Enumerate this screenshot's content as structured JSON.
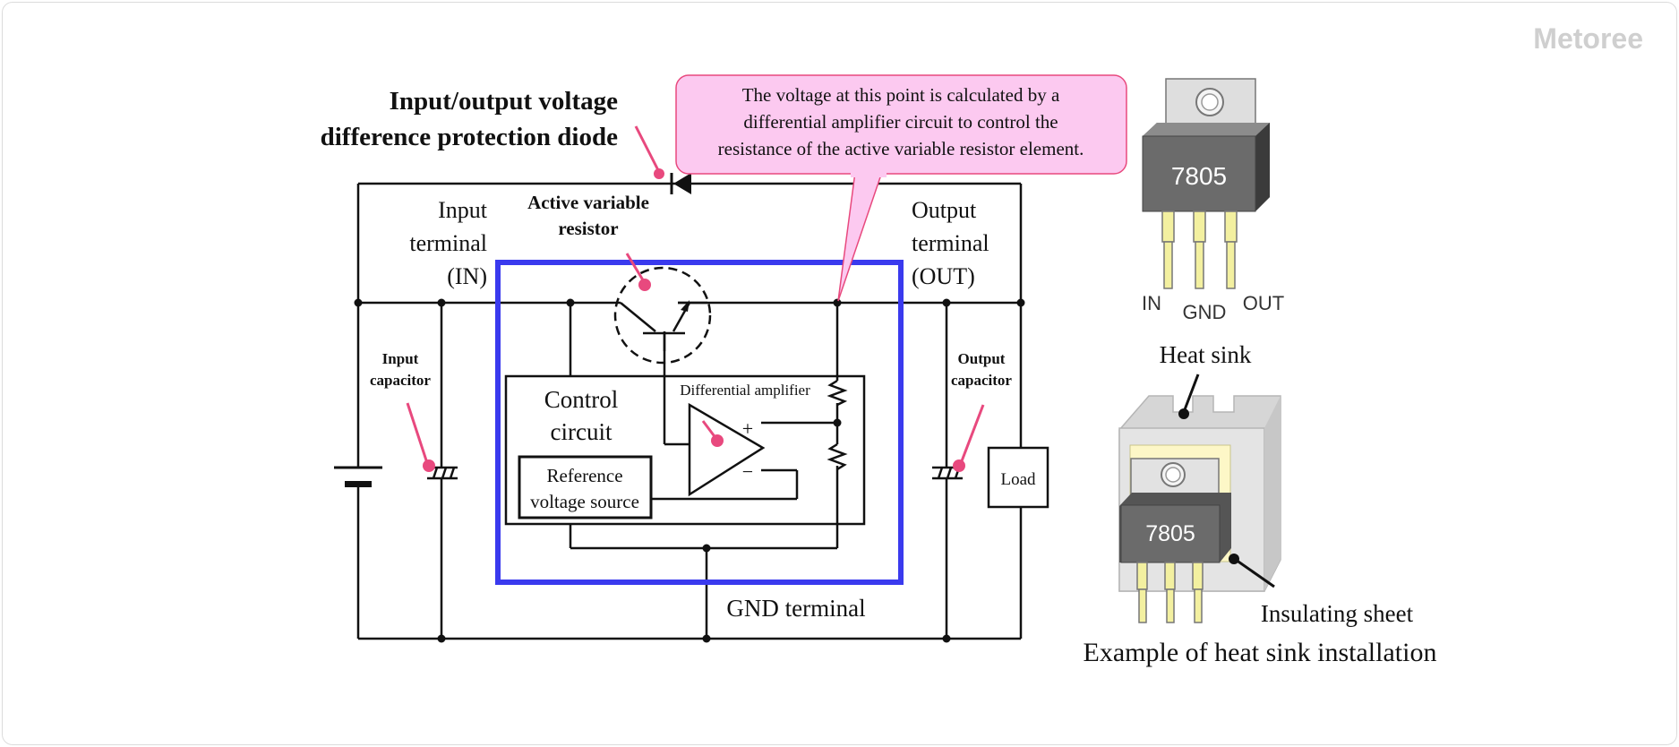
{
  "brand": {
    "logo_text": "Metoree"
  },
  "labels": {
    "protection_diode": [
      "Input/output voltage",
      "difference protection diode"
    ],
    "callout": [
      "The voltage at this point is calculated by a",
      "differential amplifier circuit to control the",
      "resistance of the active variable resistor element."
    ],
    "input_terminal": [
      "Input",
      "terminal",
      "(IN)"
    ],
    "active_resistor": [
      "Active variable",
      "resistor"
    ],
    "output_terminal": [
      "Output",
      "terminal",
      "(OUT)"
    ],
    "input_capacitor": [
      "Input",
      "capacitor"
    ],
    "output_capacitor": [
      "Output",
      "capacitor"
    ],
    "control_circuit": [
      "Control",
      "circuit"
    ],
    "differential_amplifier": "Differential amplifier",
    "reference_source": [
      "Reference",
      "voltage source"
    ],
    "load": "Load",
    "gnd_terminal": "GND terminal",
    "plus_sign": "+",
    "minus_sign": "−"
  },
  "regulator": {
    "part_number": "7805",
    "pins": [
      "IN",
      "GND",
      "OUT"
    ]
  },
  "heatsink": {
    "heat_sink_label": "Heat sink",
    "part_number": "7805",
    "insulating_sheet_label": "Insulating sheet",
    "caption": "Example of heat sink installation"
  },
  "colors": {
    "accent_pink": "#e8497e",
    "callout_fill": "#fcc9f0",
    "ic_outline": "#3a3aee"
  }
}
